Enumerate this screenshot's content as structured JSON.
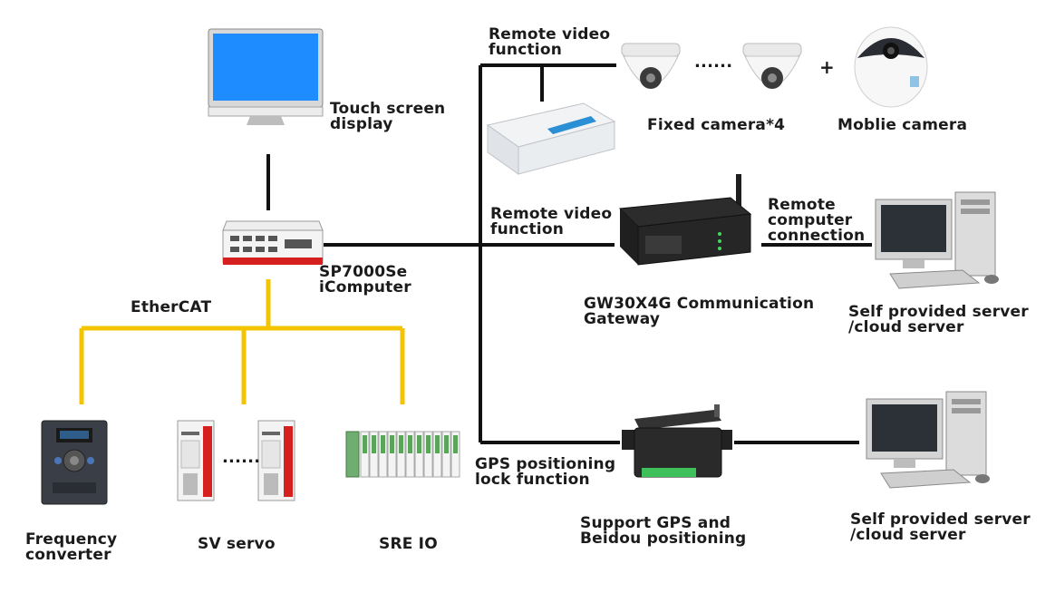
{
  "labels": {
    "touch_screen": [
      "Touch screen",
      "display"
    ],
    "sp7000": [
      "SP7000Se",
      "iComputer"
    ],
    "ethercat": "EtherCAT",
    "frequency": [
      "Frequency",
      "converter"
    ],
    "sv_servo": "SV servo",
    "sre_io": "SRE IO",
    "remote_video_1": [
      "Remote video",
      "function"
    ],
    "remote_video_2": [
      "Remote video",
      "function"
    ],
    "fixed_camera": "Fixed camera*4",
    "mobile_camera": "Moblie camera",
    "remote_computer": [
      "Remote",
      "computer",
      "connection"
    ],
    "gw30x4g": [
      "GW30X4G Communication",
      "Gateway"
    ],
    "server_1": [
      "Self provided server",
      "/cloud server"
    ],
    "gps_lock": [
      "GPS positioning",
      "lock function"
    ],
    "gps_support": [
      "Support GPS and",
      "Beidou positioning"
    ],
    "server_2": [
      "Self provided server",
      "/cloud server"
    ],
    "dots_cameras": "......",
    "dots_servo": "......",
    "plus": "+"
  },
  "colors": {
    "black_line": "#111111",
    "ethercat_line": "#f5c400",
    "monitor_screen": "#1e8bff"
  }
}
